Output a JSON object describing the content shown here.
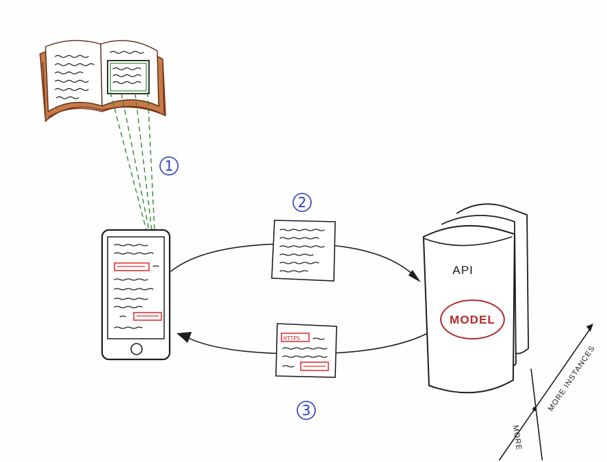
{
  "diagram": {
    "steps": [
      "1",
      "2",
      "3"
    ],
    "server": {
      "api_label": "API",
      "model_label": "MODEL"
    },
    "response_doc": {
      "protocol_label": "HTTPS"
    },
    "scaling": {
      "label_up": "MORE INSTANCES",
      "label_down": "MORE"
    }
  },
  "colors": {
    "step_numbers": "#2a3bc4",
    "highlights": "#d33333",
    "book": "#c77a4a",
    "scan_lines": "#2e8a2e",
    "model_text": "#b52a2a"
  }
}
